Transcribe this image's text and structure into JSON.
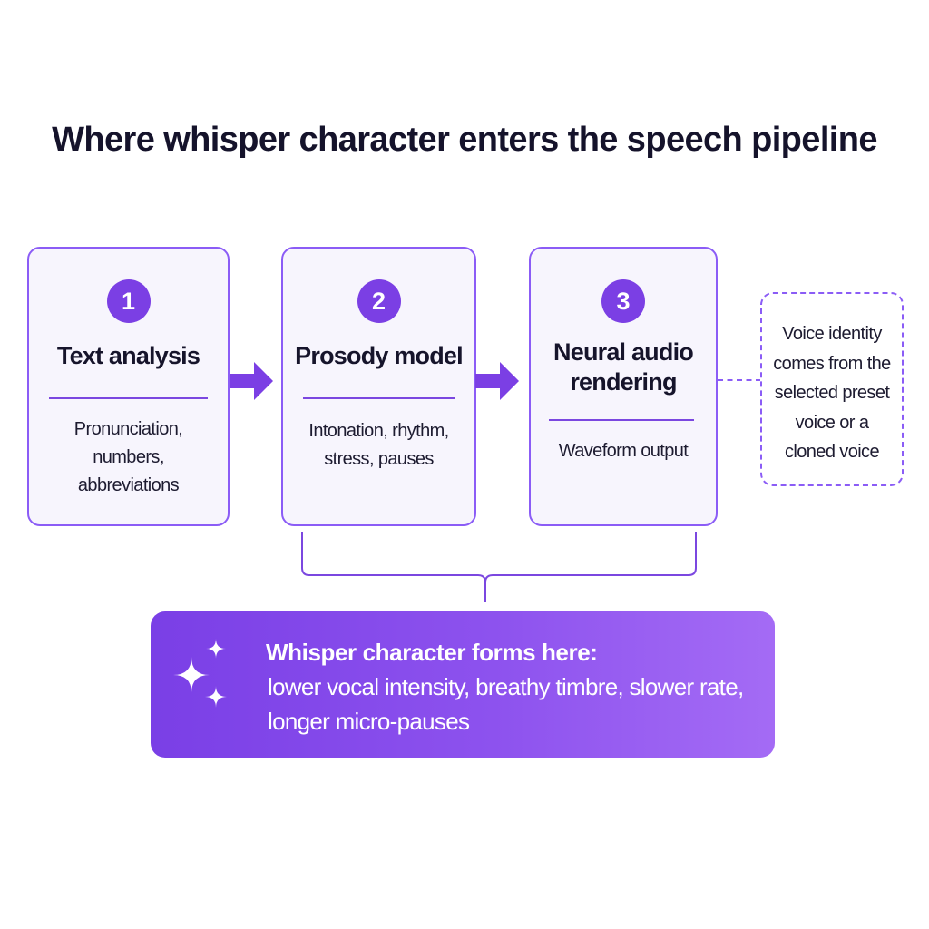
{
  "title": "Where whisper character enters the speech pipeline",
  "steps": [
    {
      "number": "1",
      "name_lines": [
        "Text analysis"
      ],
      "description_lines": [
        "Pronunciation,",
        "numbers,",
        "abbreviations"
      ]
    },
    {
      "number": "2",
      "name_lines": [
        "Prosody model"
      ],
      "description_lines": [
        "Intonation, rhythm,",
        "stress, pauses"
      ]
    },
    {
      "number": "3",
      "name_lines": [
        "Neural audio",
        "rendering"
      ],
      "description_lines": [
        "Waveform output"
      ]
    }
  ],
  "voice_note": {
    "lines": [
      "Voice identity",
      "comes from the",
      "selected preset",
      "voice or a",
      "cloned voice"
    ]
  },
  "callout": {
    "heading": "Whisper character forms here:",
    "body_lines": [
      "lower vocal intensity, breathy timbre, slower rate,",
      "longer micro-pauses"
    ]
  },
  "icons": {
    "callout_icon": "sparkles-icon",
    "flow_arrow": "right-arrow-icon"
  },
  "colors": {
    "accent": "#7b3fe4",
    "box_border": "#8b5cf6",
    "box_fill": "#f7f5fd",
    "callout_gradient_start": "#7a3fe6",
    "callout_gradient_end": "#a46bf5",
    "title_text": "#15132b"
  }
}
